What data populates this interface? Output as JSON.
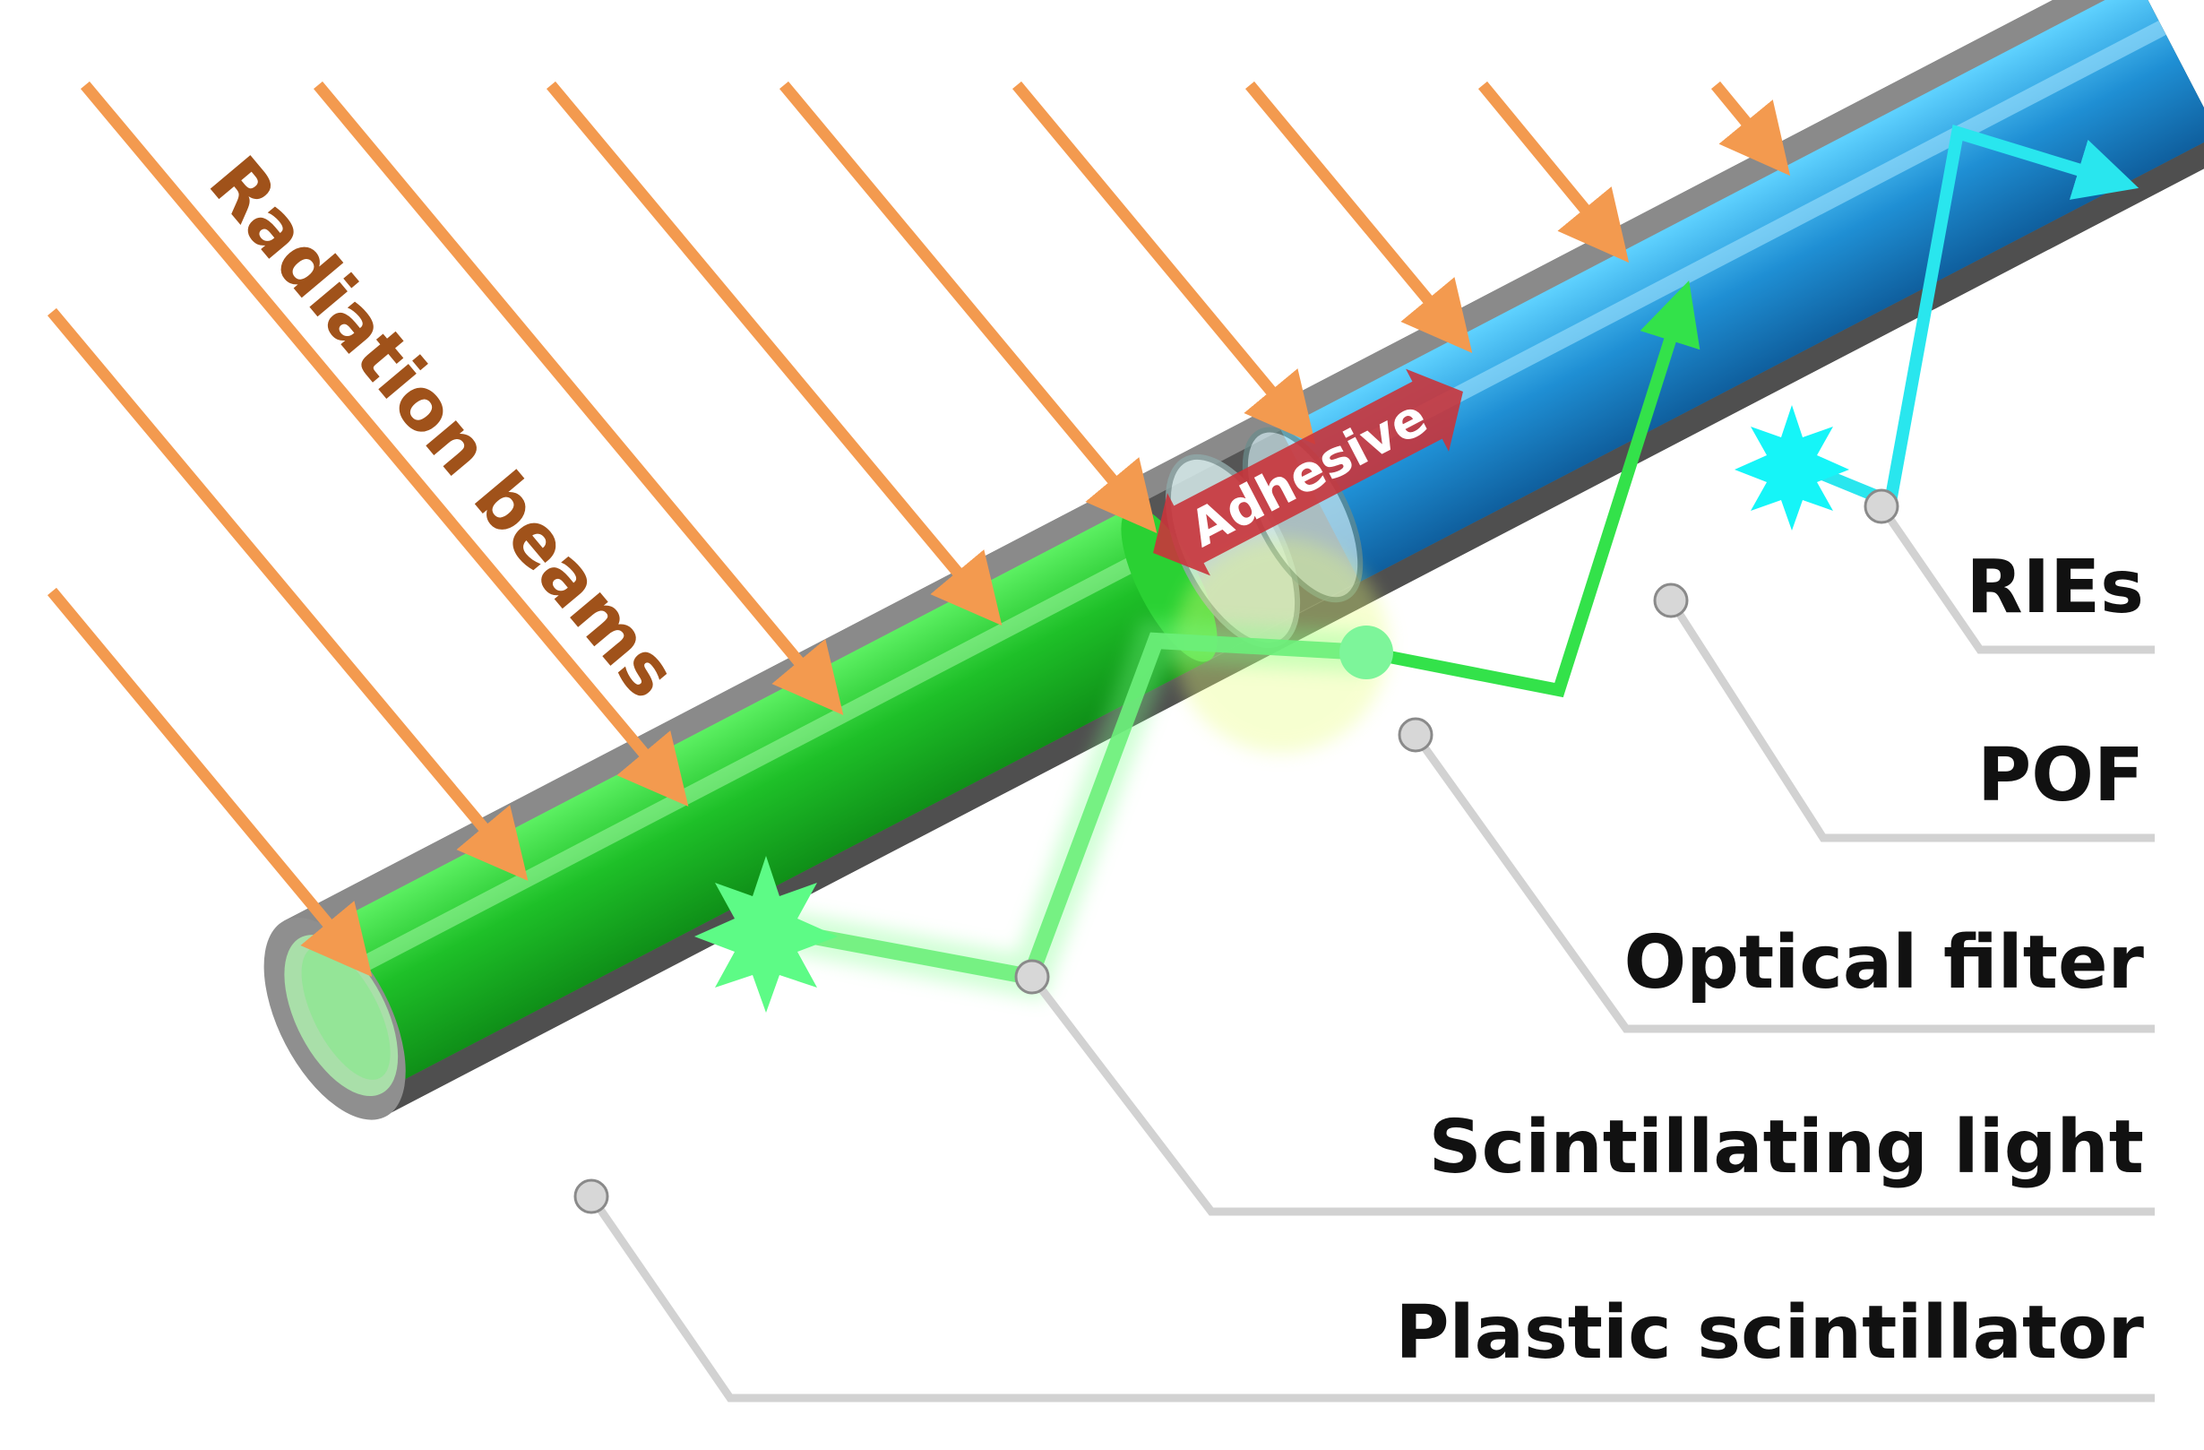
{
  "figure": {
    "title": "Radiation beams",
    "adhesive_label": "Adhesive",
    "labels": [
      {
        "key": "ries",
        "text": "RIEs"
      },
      {
        "key": "pof",
        "text": "POF"
      },
      {
        "key": "optical_filter",
        "text": "Optical filter"
      },
      {
        "key": "scintillating_light",
        "text": "Scintillating light"
      },
      {
        "key": "plastic_scintillator",
        "text": "Plastic scintillator"
      }
    ]
  },
  "colors": {
    "arrows": "#f39a4f",
    "title_text": "#a0521a",
    "scintillator": "#22d42a",
    "fiber": "#1f8fd4",
    "jacket": "#6b6b6b",
    "adhesive": "#c9343b",
    "leader_lines": "#d2d2d2"
  }
}
